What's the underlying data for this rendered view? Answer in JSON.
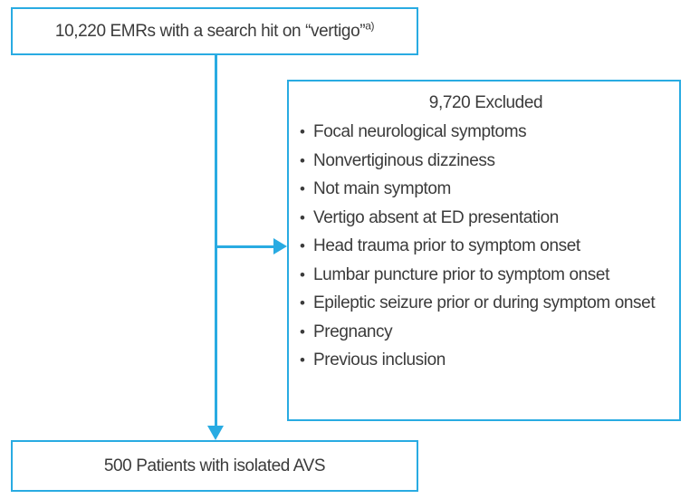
{
  "diagram": {
    "type": "flowchart",
    "colors": {
      "accent": "#29abe2",
      "text": "#3b3b3b",
      "background": "#ffffff"
    },
    "top_box": {
      "label": "10,220 EMRs with a search hit on “vertigo”",
      "superscript": "a)"
    },
    "exclusion_box": {
      "title": "9,720 Excluded",
      "bullet_glyph": "•",
      "items": [
        "Focal neurological symptoms",
        "Nonvertiginous dizziness",
        "Not main symptom",
        "Vertigo absent at ED presentation",
        "Head trauma prior to symptom onset",
        "Lumbar puncture prior to symptom onset",
        "Epileptic seizure prior or during symptom onset",
        "Pregnancy",
        "Previous inclusion"
      ]
    },
    "bottom_box": {
      "label": "500 Patients with isolated AVS"
    },
    "connections": [
      {
        "from": "top_box",
        "to": "bottom_box",
        "style": "arrow-down"
      },
      {
        "from": "top_box",
        "to": "exclusion_box",
        "style": "arrow-right"
      }
    ]
  }
}
